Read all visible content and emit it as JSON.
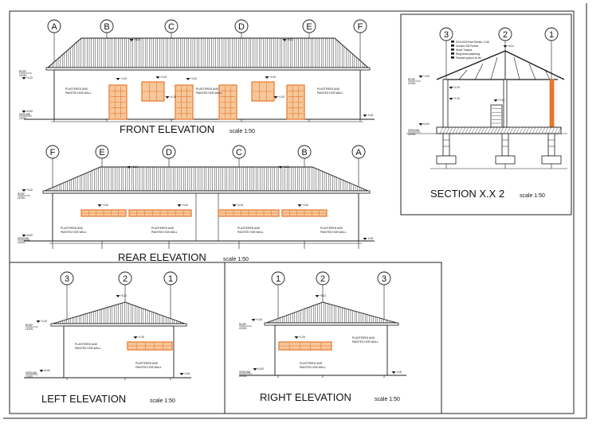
{
  "views": {
    "front": {
      "title": "FRONT  ELEVATION",
      "scale": "scale 1:50",
      "grid": [
        "A",
        "B",
        "C",
        "D",
        "E",
        "F"
      ],
      "wall_note_1": "PLASTERED AND",
      "wall_note_2": "PAINTED HCB WALL",
      "roof_level": "ROOF",
      "roof_level_2": "LEVEL",
      "ground_level": "GROUND",
      "ground_level_2": "LEVEL",
      "ridge": "+5.21",
      "eave": "+4.10",
      "sill": "+1.00",
      "ground": "±0.00",
      "natural_ground": "-0.40"
    },
    "rear": {
      "title": "REAR  ELEVATION",
      "scale": "scale 1:50",
      "grid": [
        "F",
        "E",
        "D",
        "C",
        "B",
        "A"
      ],
      "wall_note_1": "PLASTERED AND",
      "wall_note_2": "PAINTED HCB WALL",
      "roof_level": "ROOF",
      "roof_level_2": "LEVEL",
      "ground_level": "GROUND",
      "ground_level_2": "LEVEL",
      "ridge": "+5.21",
      "eave": "+4.10",
      "sill": "+1.00",
      "ground": "±0.00",
      "natural_ground": "-0.40"
    },
    "section": {
      "title": "SECTION X.X 2",
      "scale": "scale 1:50",
      "grid": [
        "3",
        "2",
        "1"
      ],
      "notes": [
        "EGA 4000 Roof Sheets / 0.45",
        "Cement CIB Purline",
        "Wood Trusses",
        "Ring beam plastering",
        "Finished ground on fill"
      ],
      "roof_level": "ROOF",
      "roof_level_2": "LEVEL",
      "ground_level": "GROUND",
      "ground_level_2": "LEVEL",
      "ridge": "+5.21",
      "eave": "+4.10",
      "door_head": "+2.10",
      "sill": "+1.00",
      "ground": "±0.00"
    },
    "left": {
      "title": "LEFT  ELEVATION",
      "scale": "scale 1:50",
      "grid": [
        "3",
        "2",
        "1"
      ],
      "wall_note_1": "PLASTERED AND",
      "wall_note_2": "PAINTED HCB WALL",
      "roof_level": "ROOF",
      "roof_level_2": "LEVEL",
      "ground_level": "GROUND",
      "ground_level_2": "LEVEL",
      "ridge": "+5.21",
      "eave": "+4.10",
      "sill": "+1.00",
      "ground": "±0.00",
      "natural_ground": "-0.40"
    },
    "right": {
      "title": "RIGHT  ELEVATION",
      "scale": "scale 1:50",
      "grid": [
        "1",
        "2",
        "3"
      ],
      "wall_note_1": "PLASTERED AND",
      "wall_note_2": "PAINTED HCB WALL",
      "roof_level": "ROOF",
      "roof_level_2": "LEVEL",
      "ground_level": "GROUND",
      "ground_level_2": "LEVEL",
      "ridge": "+5.21",
      "eave": "+4.10",
      "sill": "+1.00",
      "ground": "±0.00",
      "natural_ground": "-0.40"
    }
  },
  "colors": {
    "line": "#1a1a1a",
    "opening": "#e8762a",
    "opening_fill": "#f6c79a",
    "paper": "#ffffff"
  }
}
